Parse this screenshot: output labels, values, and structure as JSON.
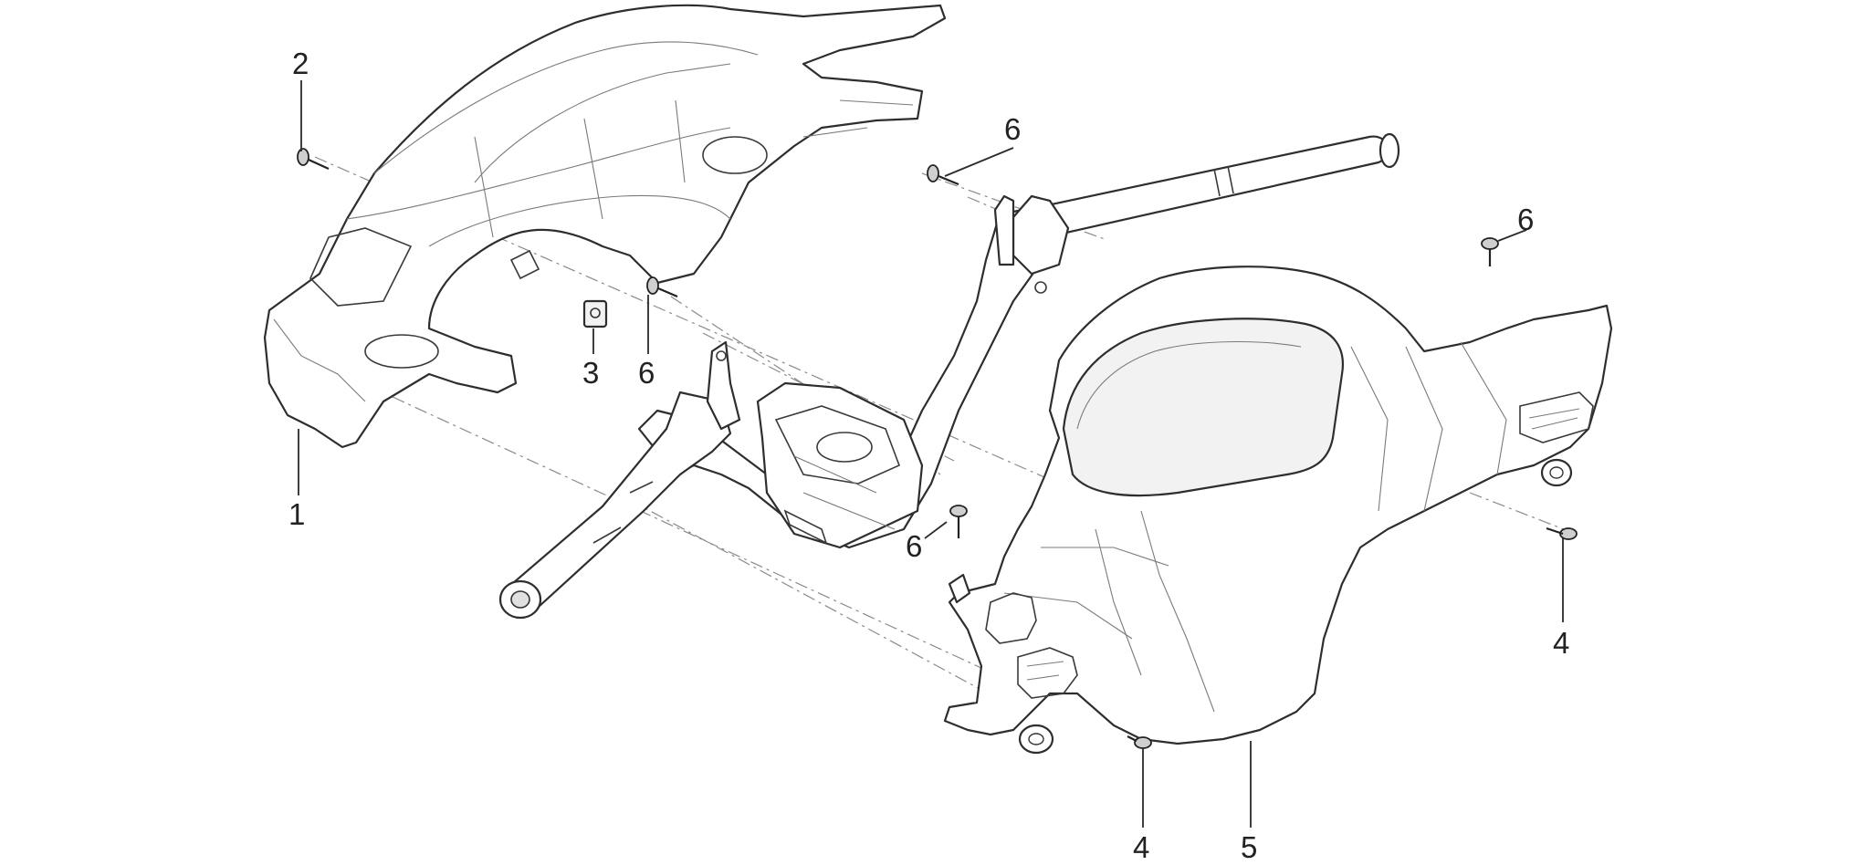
{
  "diagram": {
    "callouts": [
      {
        "id": "c1",
        "label": "1"
      },
      {
        "id": "c2",
        "label": "2"
      },
      {
        "id": "c3",
        "label": "3"
      },
      {
        "id": "c6a",
        "label": "6"
      },
      {
        "id": "c6b",
        "label": "6"
      },
      {
        "id": "c6c",
        "label": "6"
      },
      {
        "id": "c6d",
        "label": "6"
      },
      {
        "id": "c4a",
        "label": "4"
      },
      {
        "id": "c4b",
        "label": "4"
      },
      {
        "id": "c5",
        "label": "5"
      }
    ]
  }
}
